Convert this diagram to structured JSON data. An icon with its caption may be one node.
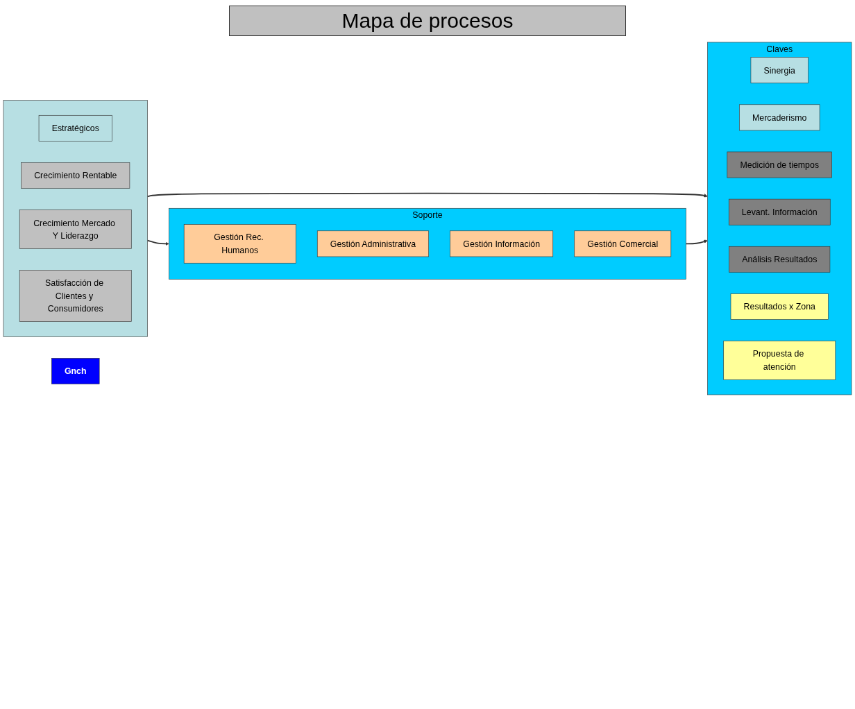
{
  "diagram": {
    "title": "Mapa de procesos",
    "nodes": [
      {
        "text": [],
        "shape": "bar"
      },
      {
        "text": [
          "Estratégicos"
        ],
        "in": 0
      },
      {
        "text": [
          "Crecimiento Rentable"
        ],
        "in": 0
      },
      {
        "text": [
          "Crecimiento Mercado Y Liderazgo"
        ],
        "in": 0
      },
      {
        "text": [
          "Satisfacción de Clientes y Consumidores"
        ],
        "in": 0
      },
      {
        "text": [
          "Claves"
        ]
      },
      {
        "text": [
          "Sinergia"
        ],
        "in": 5
      },
      {
        "text": [
          "Mercaderismo"
        ],
        "in": 5
      },
      {
        "text": [
          "Medición de tiempos"
        ],
        "in": 5
      },
      {
        "text": [
          "Levant. Información"
        ],
        "in": 5
      },
      {
        "text": [
          "Análisis Resultados"
        ],
        "in": 5
      },
      {
        "text": [
          "Resultados x Zona"
        ],
        "in": 5
      },
      {
        "text": [
          "Propuesta de atención"
        ],
        "in": 5
      },
      {
        "text": [
          "Gnch"
        ]
      },
      {
        "text": [
          "Soporte"
        ]
      },
      {
        "text": [
          "Gestión Rec. Humanos"
        ],
        "in": 14
      },
      {
        "text": [
          "Gestión Administrativa"
        ],
        "in": 14
      },
      {
        "text": [
          "Gestión Información"
        ],
        "in": 14
      },
      {
        "text": [
          "Gestión Comercial"
        ],
        "in": 14
      }
    ],
    "edges": [
      {
        "from": 0,
        "to": 5,
        "arrow": "to"
      },
      {
        "from": 0,
        "to": 14,
        "arrow": "to"
      },
      {
        "from": 14,
        "to": 5,
        "arrow": "to"
      }
    ]
  }
}
